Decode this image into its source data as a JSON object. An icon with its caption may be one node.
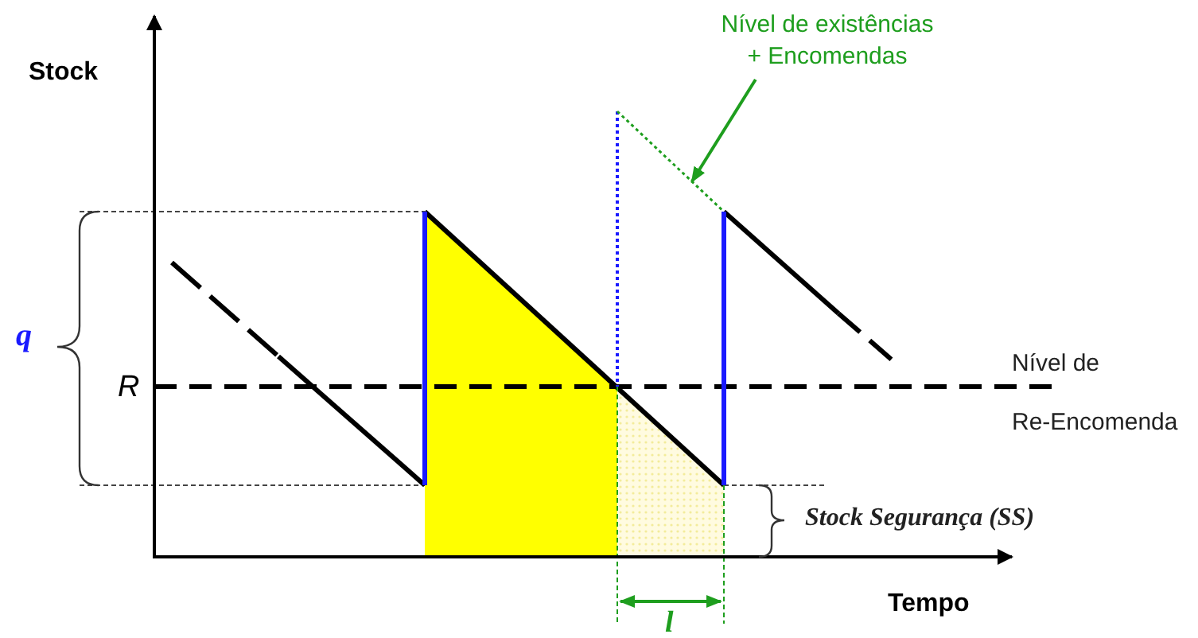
{
  "diagram": {
    "nodes": [
      {
        "text": [
          "Nível de existências + Encomendas"
        ]
      },
      {
        "text": [],
        "shape": "line"
      }
    ],
    "edges": [
      {
        "from": 0,
        "to": 1,
        "arrow": "to",
        "color": "#1e9e1e"
      }
    ],
    "labels": [
      "Stock",
      "q",
      "R",
      "Nível de",
      "Re-Encomenda",
      "Stock Segurança (SS)",
      "Tempo",
      "l"
    ]
  }
}
